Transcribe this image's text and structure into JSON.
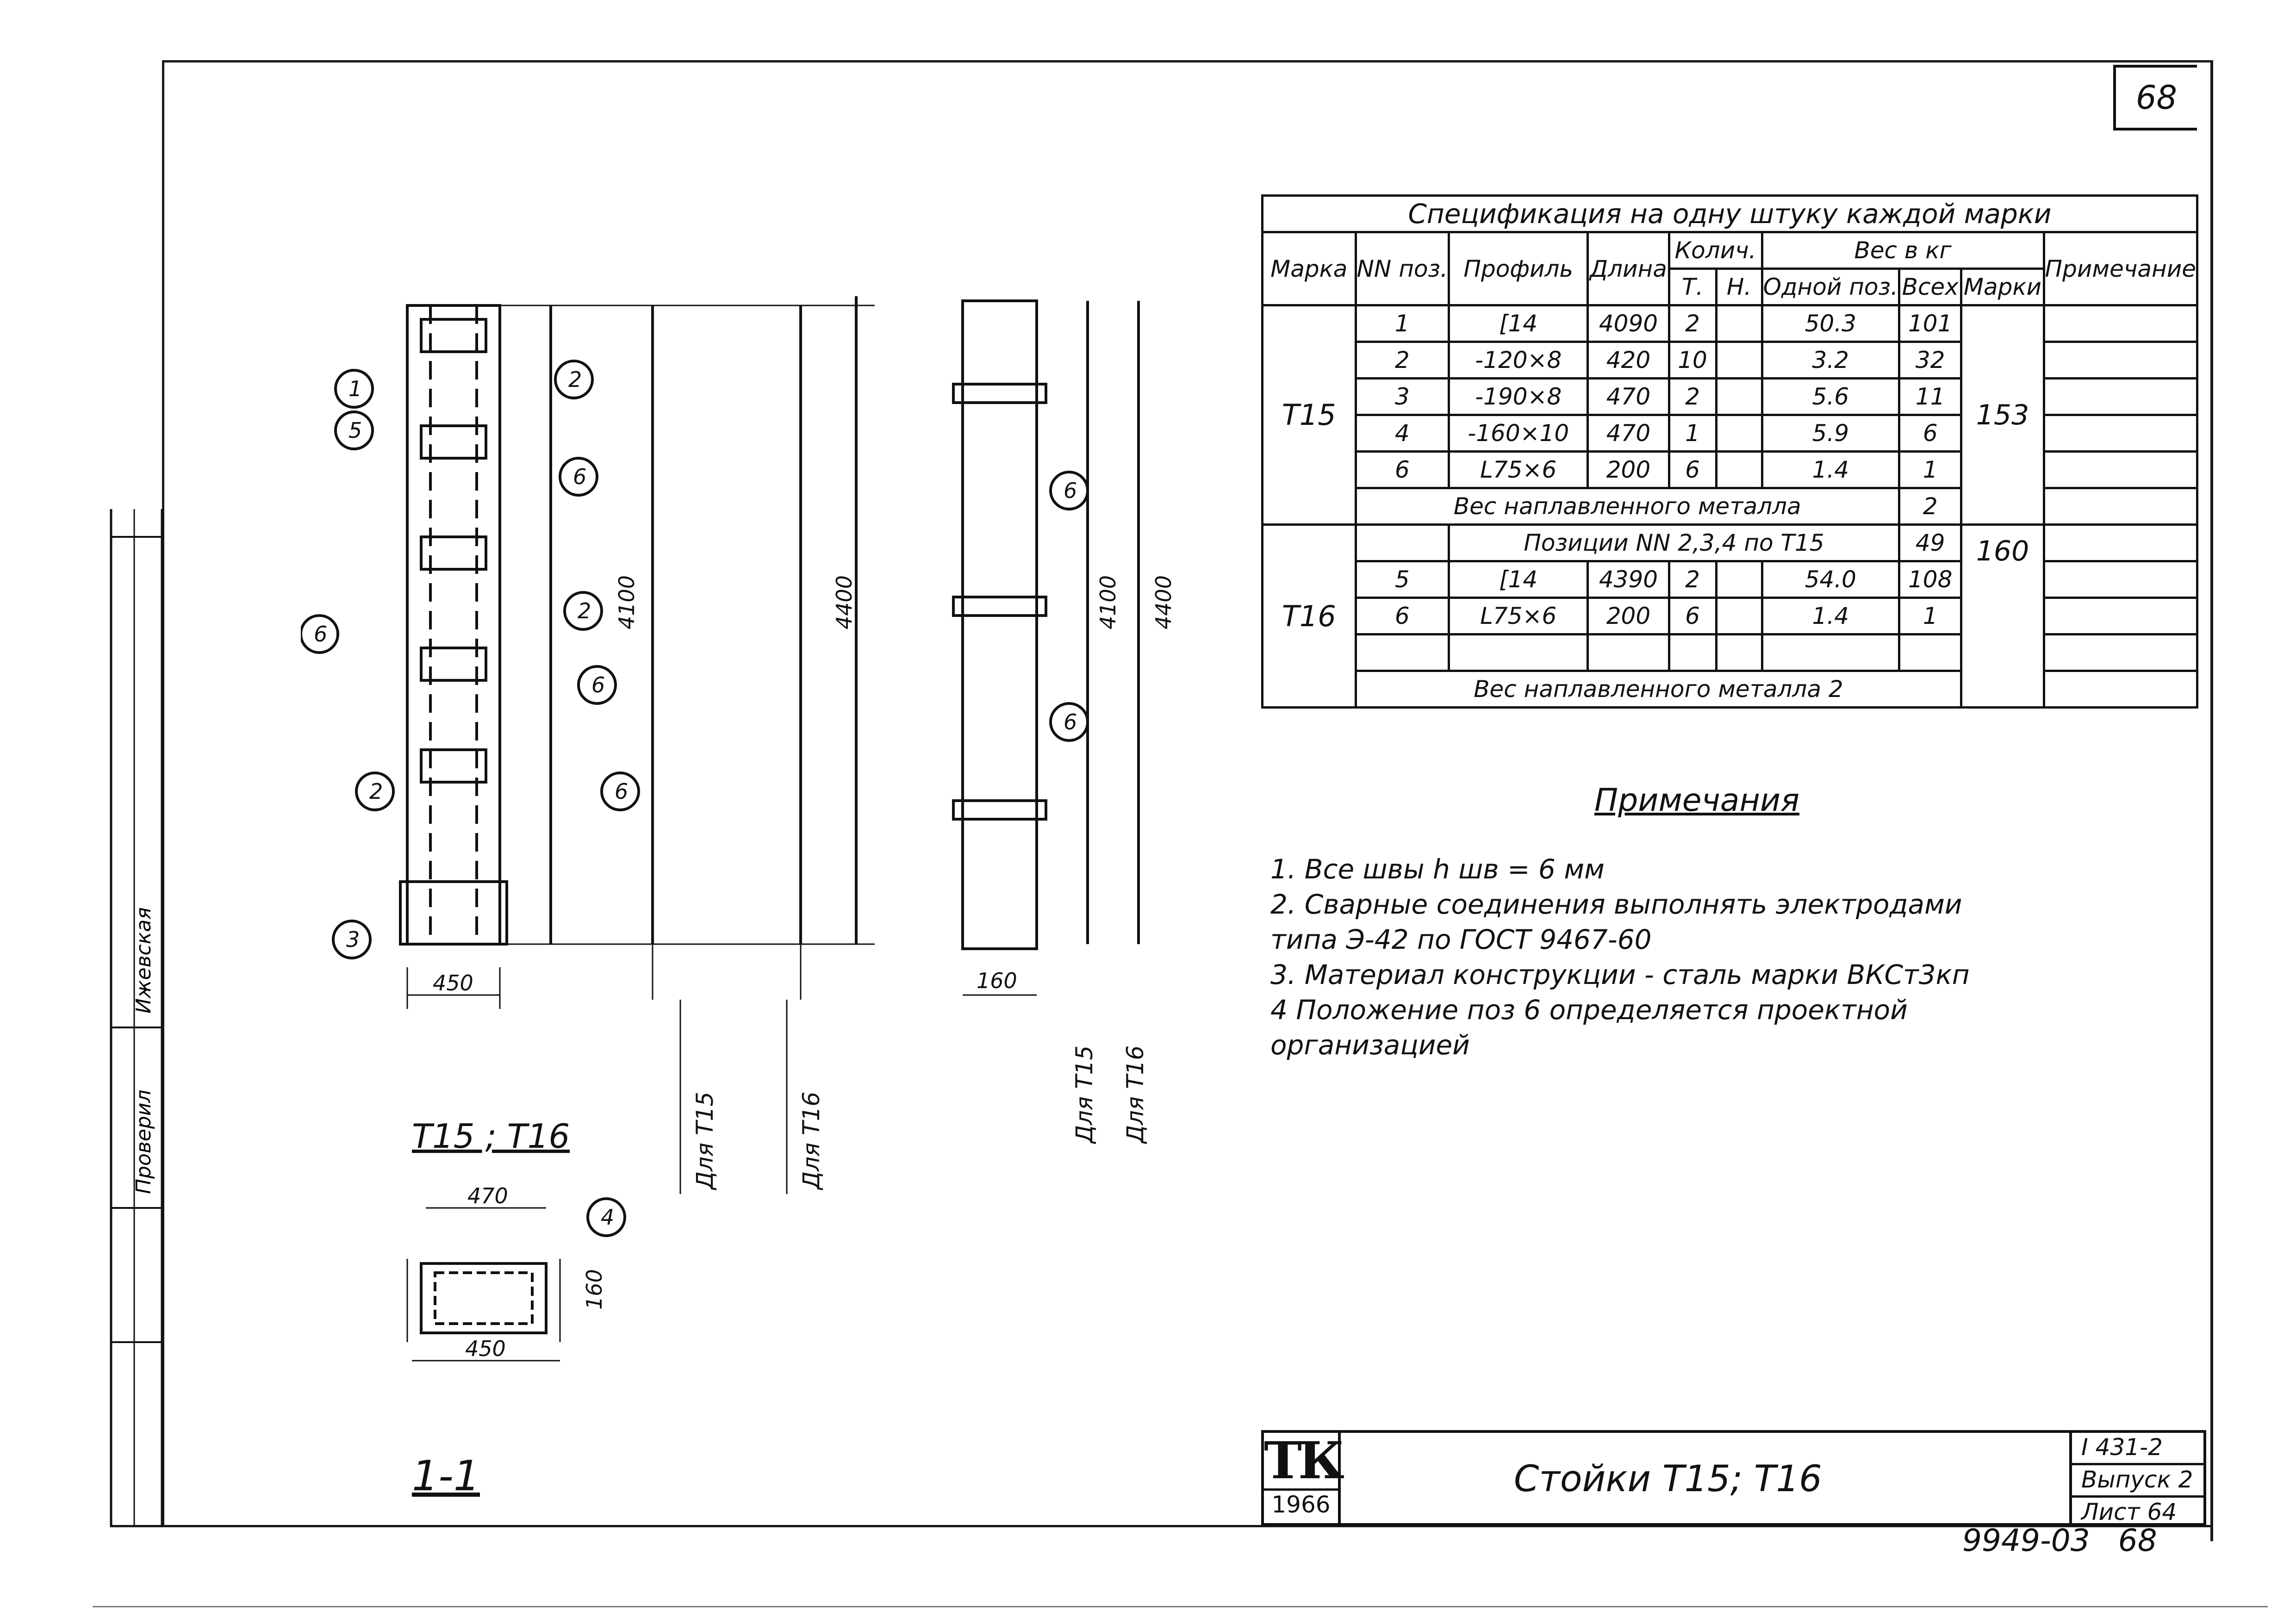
{
  "sheet_number": "68",
  "spec": {
    "title": "Спецификация на одну штуку каждой марки",
    "headers": {
      "mark": "Марка",
      "pos": "NN поз.",
      "profile": "Профиль",
      "length": "Длина",
      "qty": "Колич.",
      "qty_t": "Т.",
      "qty_n": "Н.",
      "weight": "Вес в кг",
      "w_one": "Одной поз.",
      "w_all": "Всех",
      "w_mark": "Марки",
      "note": "Примечание"
    },
    "t15": {
      "mark": "Т15",
      "total": "153",
      "rows": [
        {
          "pos": "1",
          "profile": "[14",
          "length": "4090",
          "t": "2",
          "n": "",
          "one": "50.3",
          "all": "101"
        },
        {
          "pos": "2",
          "profile": "-120×8",
          "length": "420",
          "t": "10",
          "n": "",
          "one": "3.2",
          "all": "32"
        },
        {
          "pos": "3",
          "profile": "-190×8",
          "length": "470",
          "t": "2",
          "n": "",
          "one": "5.6",
          "all": "11"
        },
        {
          "pos": "4",
          "profile": "-160×10",
          "length": "470",
          "t": "1",
          "n": "",
          "one": "5.9",
          "all": "6"
        },
        {
          "pos": "6",
          "profile": "L75×6",
          "length": "200",
          "t": "6",
          "n": "",
          "one": "1.4",
          "all": "1"
        }
      ],
      "weld_label": "Вес наплавленного металла",
      "weld_value": "2"
    },
    "t16": {
      "mark": "Т16",
      "total": "160",
      "ref_label": "Позиции NN 2,3,4 по Т15",
      "ref_value": "49",
      "rows": [
        {
          "pos": "5",
          "profile": "[14",
          "length": "4390",
          "t": "2",
          "n": "",
          "one": "54.0",
          "all": "108"
        },
        {
          "pos": "6",
          "profile": "L75×6",
          "length": "200",
          "t": "6",
          "n": "",
          "one": "1.4",
          "all": "1"
        }
      ],
      "weld_label": "Вес наплавленного металла 2"
    }
  },
  "notes": {
    "title": "Примечания",
    "items": [
      "1. Все швы h шв = 6 мм",
      "2. Сварные соединения выполнять электродами",
      "   типа Э-42 по ГОСТ 9467-60",
      "3. Материал конструкции - сталь марки ВКСт3кп",
      "4 Положение поз 6   определяется проектной",
      "   организацией"
    ]
  },
  "drawing": {
    "front_caption": "Т15 ; Т16",
    "section_caption": "1-1",
    "for_t15": "Для Т15",
    "for_t16": "Для Т16",
    "dims": {
      "width": "450",
      "height_t15": "4100",
      "height_t16": "4400",
      "plate_w": "470",
      "plate_inner": "450",
      "side_w": "160"
    }
  },
  "titleblock": {
    "logo": "ТК",
    "year": "1966",
    "title": "Стойки Т15; Т16",
    "series": "I 431-2",
    "issue": "Выпуск 2",
    "sheet": "Лист 64"
  },
  "footer": {
    "code": "9949-03",
    "page": "68"
  },
  "side_stamp": {
    "checked": "Проверил",
    "author": "Ижевская"
  }
}
